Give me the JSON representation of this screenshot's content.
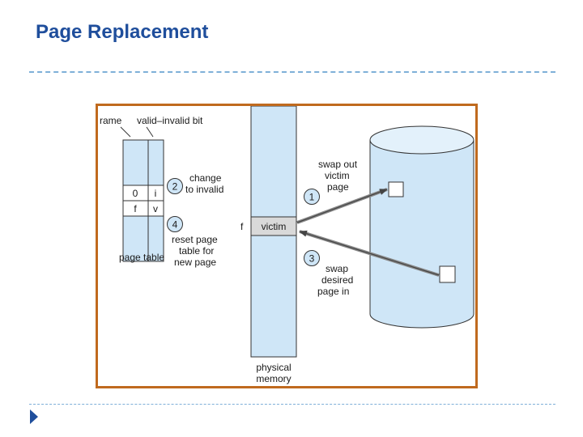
{
  "slide": {
    "title": "Page Replacement"
  },
  "figure": {
    "labels": {
      "frame": "rame",
      "valid_invalid_bit": "valid–invalid bit",
      "page_table": "page table",
      "physical_memory_1": "physical",
      "physical_memory_2": "memory",
      "f_marker": "f",
      "victim": "victim"
    },
    "page_table_rows": [
      {
        "frame": "",
        "bit": ""
      },
      {
        "frame": "0",
        "bit": "i"
      },
      {
        "frame": "f",
        "bit": "v"
      },
      {
        "frame": "",
        "bit": ""
      }
    ],
    "steps": [
      {
        "number": "1",
        "lines": [
          "swap out",
          "victim",
          "page"
        ]
      },
      {
        "number": "2",
        "lines": [
          "change",
          "to invalid"
        ]
      },
      {
        "number": "3",
        "lines": [
          "swap",
          "desired",
          "page in"
        ]
      },
      {
        "number": "4",
        "lines": [
          "reset page",
          "table for",
          "new page"
        ]
      }
    ]
  },
  "colors": {
    "title": "#1f4e9c",
    "frame_border": "#c06a1e",
    "memory_fill": "#cfe6f7",
    "disk_fill": "#cfe6f7",
    "rule": "#7fb0d8",
    "bullet": "#1f4e9c"
  }
}
